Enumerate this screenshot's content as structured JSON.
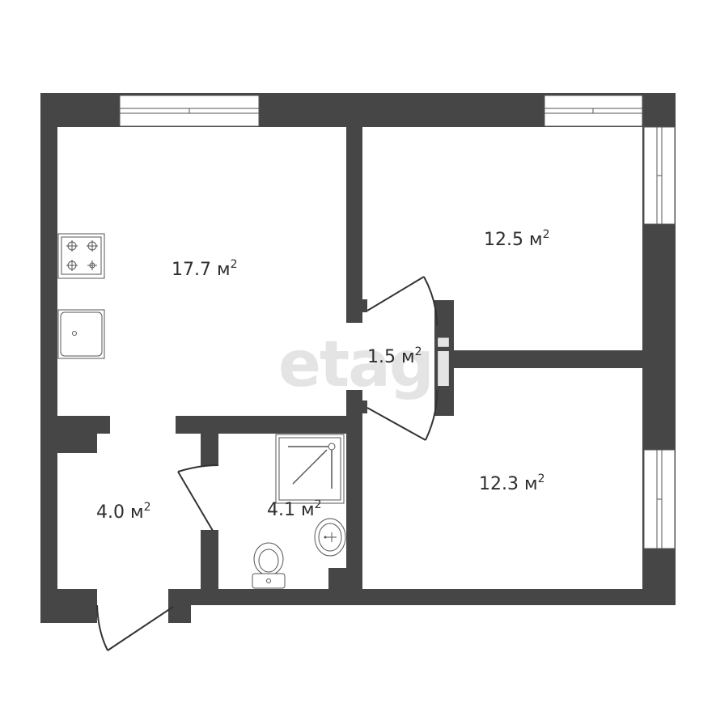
{
  "watermark": "etagi",
  "colors": {
    "wall": "#464646",
    "floor": "#ffffff",
    "fixture": "#555555"
  },
  "rooms": [
    {
      "id": "kitchen",
      "area": "17.7",
      "unit": "м",
      "sup": "2"
    },
    {
      "id": "bedroom1",
      "area": "12.5",
      "unit": "м",
      "sup": "2"
    },
    {
      "id": "hall",
      "area": "1.5",
      "unit": "м",
      "sup": "2"
    },
    {
      "id": "bedroom2",
      "area": "12.3",
      "unit": "м",
      "sup": "2"
    },
    {
      "id": "entry",
      "area": "4.0",
      "unit": "м",
      "sup": "2"
    },
    {
      "id": "bathroom",
      "area": "4.1",
      "unit": "м",
      "sup": "2"
    }
  ],
  "fixtures": [
    "stove-icon",
    "sink-icon",
    "shower-icon",
    "washbasin-icon",
    "toilet-icon"
  ]
}
